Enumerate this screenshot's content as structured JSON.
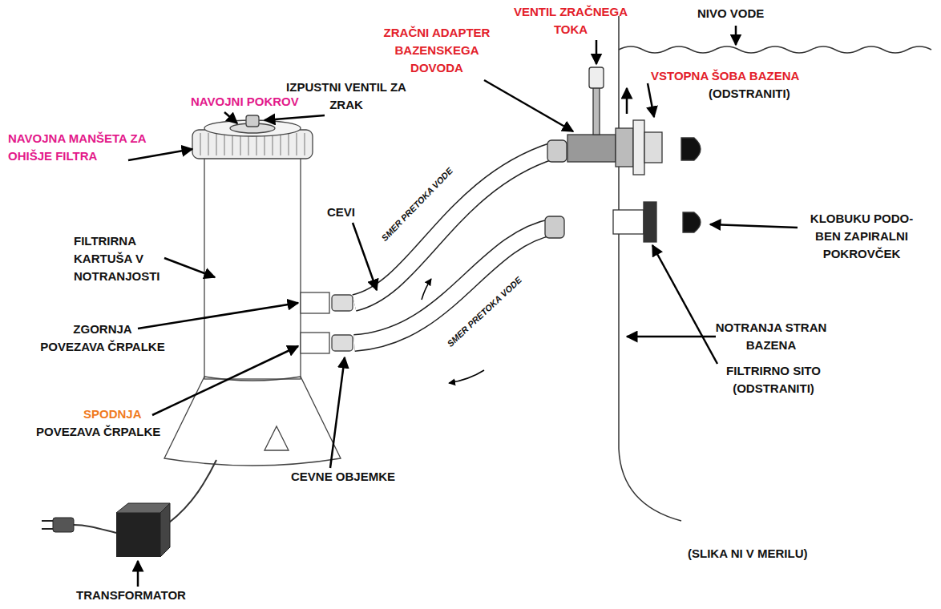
{
  "diagram": {
    "labels": [
      "VENTIL ZRAČNEGA TOKA",
      "NIVO VODE",
      "ZRAČNI ADAPTER BAZENSKEGA DOVODA",
      "IZPUSTNI VENTIL ZA ZRAK",
      "VSTOPNA ŠOBA BAZENA",
      "(ODSTRANITI)",
      "NAVOJNI POKROV",
      "NAVOJNA MANŠETA ZA OHIŠJE FILTRA",
      "CEVI",
      "SMER PRETOKA VODE",
      "SMER PRETOKA VODE",
      "KLOBUKU PODO- BEN ZAPIRALNI POKROVČEK",
      "FILTRIRNA KARTUŠA V NOTRANJOSTI",
      "FILTRIRNO SITO (ODSTRANITI)",
      "ZGORNJA POVEZAVA ČRPALKE",
      "NOTRANJA STRAN BAZENA",
      "SPODNJA",
      "POVEZAVA ČRPALKE",
      "CEVNE OBJEMKE",
      "(SLIKA NI V MERILU)",
      "TRANSFORMATOR"
    ]
  }
}
